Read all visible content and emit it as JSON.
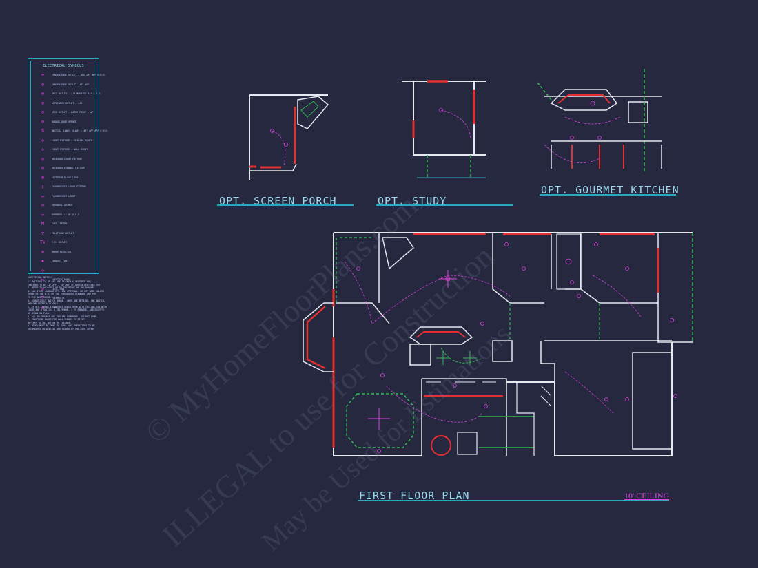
{
  "legend": {
    "title": "ELECTRICAL SYMBOLS",
    "items": [
      {
        "icon": "duplex-outlet-icon",
        "glyph": "⊖",
        "text": "CONVENIENCE OUTLET - SEE 18\" AFF U.N.O."
      },
      {
        "icon": "counter-outlet-icon",
        "glyph": "⊖",
        "text": "CONVENIENCE OUTLET -42\" AFF"
      },
      {
        "icon": "gfci-outlet-icon",
        "glyph": "⊖",
        "text": "GFCI OUTLET - 1/2 MOUNTED 42\" A.F.F."
      },
      {
        "icon": "appliance-outlet-icon",
        "glyph": "⊕",
        "text": "APPLIANCE OUTLET - 220"
      },
      {
        "icon": "wp-outlet-icon",
        "glyph": "⊖",
        "text": "GFCI OUTLET - WATER PROOF - WP"
      },
      {
        "icon": "garage-outlet-icon",
        "glyph": "⊖",
        "text": "GARAGE DOOR OPENER"
      },
      {
        "icon": "switch-icon",
        "glyph": "$",
        "text": "SWITCH, 3-WAY, 4-WAY - 48\" AFF AFF U.N.O."
      },
      {
        "icon": "ceiling-light-icon",
        "glyph": "✣",
        "text": "LIGHT FIXTURE - CEILING MOUNT"
      },
      {
        "icon": "wall-light-icon",
        "glyph": "◇",
        "text": "LIGHT FIXTURE - WALL MOUNT"
      },
      {
        "icon": "recessed-light-icon",
        "glyph": "◎",
        "text": "RECESSED LIGHT FIXTURE"
      },
      {
        "icon": "eyeball-light-icon",
        "glyph": "◎",
        "text": "RECESSED EYEBALL FIXTURE"
      },
      {
        "icon": "flood-light-icon",
        "glyph": "⊛",
        "text": "EXTERIOR FLOOD LIGHT"
      },
      {
        "icon": "fluorescent-light-icon",
        "glyph": "▯",
        "text": "FLUORESCENT LIGHT FIXTURE"
      },
      {
        "icon": "undercab-light-icon",
        "glyph": "▭",
        "text": "FLUORESCENT LIGHT"
      },
      {
        "icon": "doorbell-icon",
        "glyph": "▭",
        "text": "DOORBELL CHIMES"
      },
      {
        "icon": "doorbell-button-icon",
        "glyph": "▭",
        "text": "DOORBELL 4' 0\" A.F.F."
      },
      {
        "icon": "elec-meter-icon",
        "glyph": "M",
        "text": "ELEC. METER"
      },
      {
        "icon": "telephone-icon",
        "glyph": "▽",
        "text": "TELEPHONE OUTLET"
      },
      {
        "icon": "tv-outlet-icon",
        "glyph": "TV",
        "text": "T.V. OUTLET"
      },
      {
        "icon": "smoke-detector-icon",
        "glyph": "⊗",
        "text": "SMOKE DETECTOR"
      },
      {
        "icon": "exhaust-fan-icon",
        "glyph": "●",
        "text": "EXHAUST FAN"
      },
      {
        "icon": "fan-light-icon",
        "glyph": "⊹",
        "text": ""
      },
      {
        "icon": "electric-panel-icon",
        "glyph": "▭",
        "text": "ELECTRIC PANEL"
      },
      {
        "icon": "ceiling-fan-icon",
        "glyph": "✛",
        "text": "CEIL. FAN"
      },
      {
        "icon": "thermostat-icon",
        "glyph": "T",
        "text": "THERMOSTAT"
      },
      {
        "icon": "coax-icon",
        "glyph": "⊙",
        "text": "COAX"
      }
    ]
  },
  "notes": {
    "title": "ELECTRICAL NOTES:",
    "lines": [
      "1. SWITCHES TO BE 48\" AFF OF OPEN & CENTERED BOX",
      "   CENTERED TO BE 12\" AFF - 18\" AFF IF OVER & CENTERED TOO",
      "2. REFER TO ADJACENT AS ON THE RIGHT OF THE BANNER",
      "3. ALL ITEMS LABELED OPT. ARE OPTIONAL. DO NOT WIRE UNLESS",
      "   SHOWN ON THE W.O. OR THE PURCHASERS STANDARD AND PER",
      "   TO THE BASE HOUSE.",
      "4. CONVENIENCE SWITCH RANGE - WHEN ONE RETAINS, ONE SWITCH,",
      "   AND ONE RECEPTACLE ONLY",
      "5. IF W.O. SHOWS A FINISHED BONUS ROOM WITH CEILING FAN WITH",
      "   LIGHT AND 1 SWITCH, 1 TELEPHONE, 1 TV PREWIRE, AND RECEPTS.",
      "   AS SHOWN ON PLAN.",
      "6. ALL TELEPHONES ARE TWO ARE HOMERUNS - DO NOT LOOP.",
      "7. TELEPHONE JACKS FOR WALL PHONES TO BE SET",
      "   48\" AFF TO THE BOTTOM OF THE BOX.",
      "8. ROUGH MUST BE DONE TO PLAN. ANY VARIATIONS TO BE",
      "   DOCUMENTED IN WRITING AND SIGNED BY THE SITE SUPER."
    ]
  },
  "views": {
    "screen_porch": "OPT. SCREEN PORCH",
    "study": "OPT. STUDY",
    "gourmet_kitchen": "OPT. GOURMET KITCHEN",
    "first_floor": "FIRST FLOOR PLAN",
    "ceiling": "10' CEILING"
  },
  "watermark": {
    "line1": "© MyHomeFloorPlans.com",
    "line2": "ILLEGAL to use for Construction",
    "line3": "May be Used for Estimations"
  },
  "colors": {
    "background": "#262840",
    "wall": "#e8e8f0",
    "window": "#e03030",
    "dashed_wall": "#2fb84f",
    "electrical": "#e040e0",
    "title": "#9ad8ec",
    "title_line": "#2aa8c0"
  }
}
